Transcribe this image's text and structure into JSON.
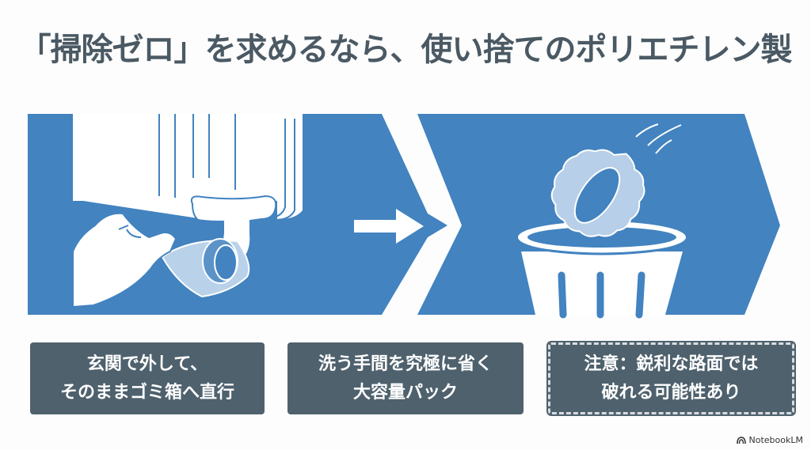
{
  "title": "「掃除ゼロ」を求めるなら、使い捨てのポリエチレン製",
  "colors": {
    "banner_blue": "#4283c0",
    "box_slate": "#4e616d",
    "title_text": "#4a5963",
    "background": "#fdfdfd"
  },
  "panels": [
    {
      "name": "step-remove-cover",
      "illustration": "hand-removing-caster-cover-icon"
    },
    {
      "name": "step-dispose",
      "illustration": "cover-into-trash-can-icon"
    }
  ],
  "arrow_icon": "right-arrow-icon",
  "boxes": [
    {
      "lines": [
        "玄関で外して、",
        "そのままゴミ箱へ直行"
      ],
      "style": "solid"
    },
    {
      "lines": [
        "洗う手間を究極に省く",
        "大容量パック"
      ],
      "style": "solid"
    },
    {
      "lines": [
        "注意：鋭利な路面では",
        "破れる可能性あり"
      ],
      "style": "dashed"
    }
  ],
  "brand": {
    "icon": "notebooklm-logo-icon",
    "label": "NotebookLM"
  }
}
